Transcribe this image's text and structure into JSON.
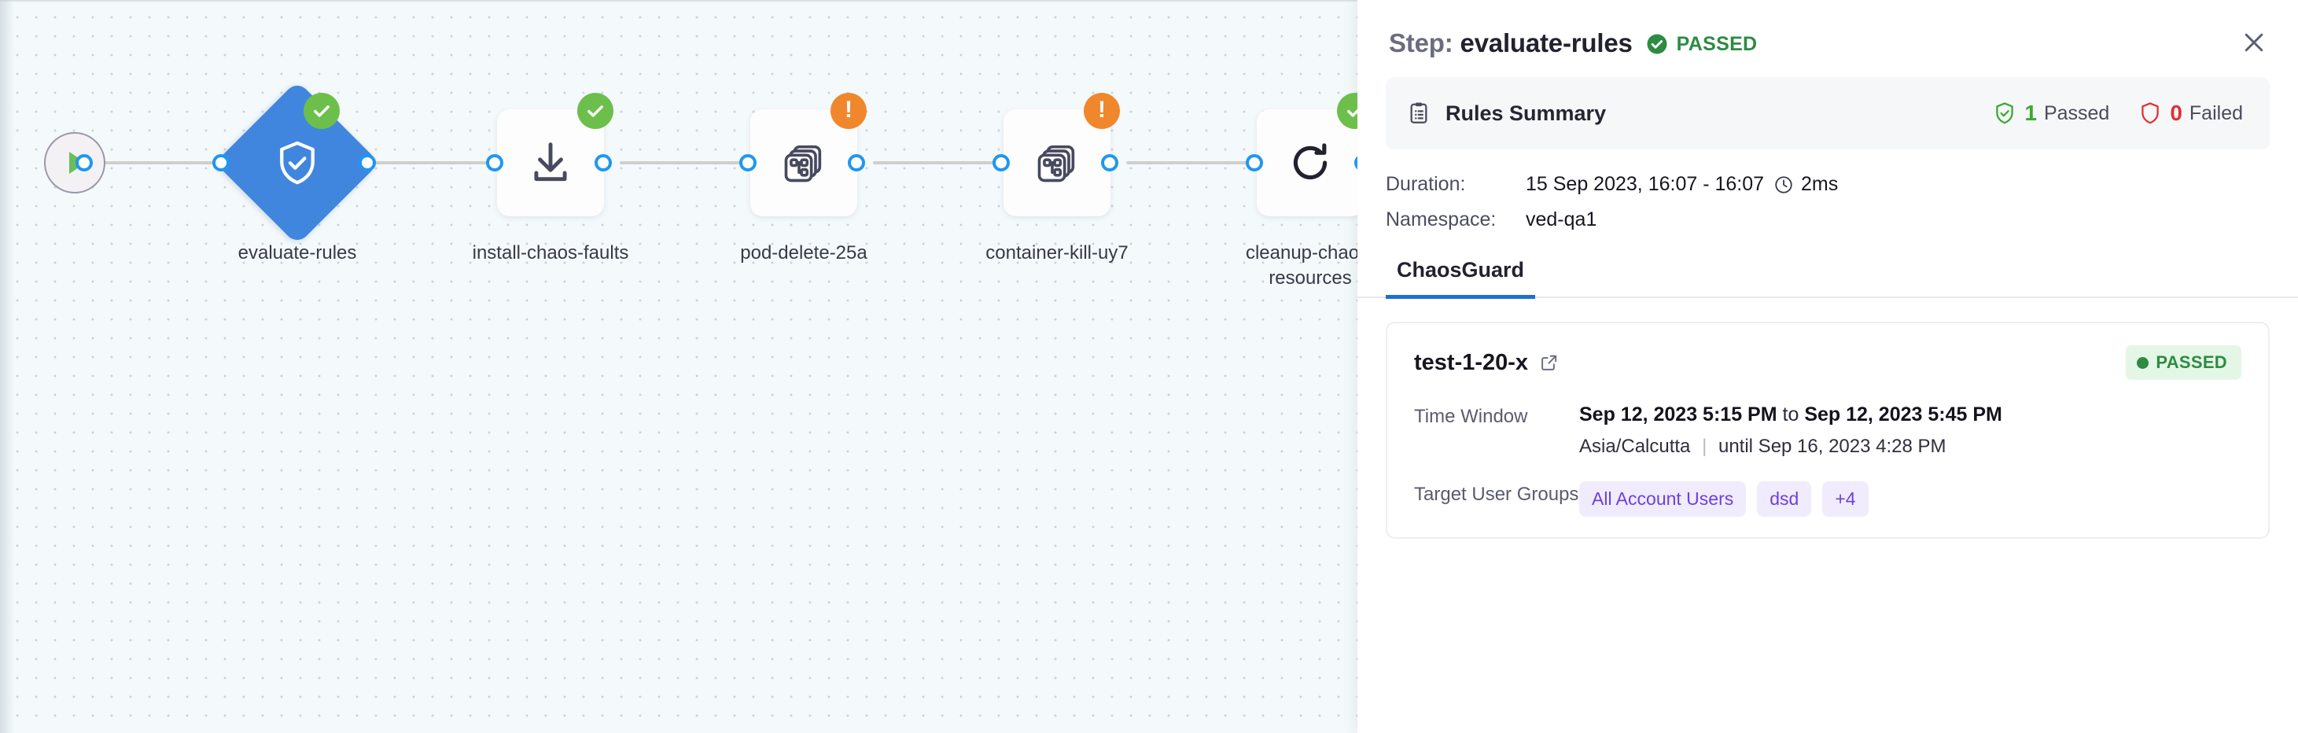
{
  "canvas": {
    "start_node": {
      "icon": "play-icon"
    },
    "nodes": [
      {
        "id": "evaluate-rules",
        "label": "evaluate-rules",
        "shape": "diamond",
        "icon": "shield-check-icon",
        "status": "success"
      },
      {
        "id": "install-chaos",
        "label": "install-chaos-faults",
        "shape": "card",
        "icon": "download-icon",
        "status": "success"
      },
      {
        "id": "pod-delete",
        "label": "pod-delete-25a",
        "shape": "card",
        "icon": "chaos-fault-icon",
        "status": "warning"
      },
      {
        "id": "container-kill",
        "label": "container-kill-uy7",
        "shape": "card",
        "icon": "chaos-fault-icon",
        "status": "warning"
      },
      {
        "id": "cleanup-chaos",
        "label": "cleanup-chaos-resources",
        "shape": "card",
        "icon": "refresh-icon",
        "status": "success"
      }
    ],
    "colors": {
      "diamond": "#4186de",
      "success": "#6dbf4b",
      "warning": "#f0872c",
      "port": "#1f97f0",
      "edge": "#cfcfcb",
      "background": "#f4f9fb"
    }
  },
  "panel": {
    "header": {
      "prefix": "Step:",
      "step_name": "evaluate-rules",
      "status_label": "PASSED",
      "status_color": "#2e8b42",
      "close_icon": "close-icon"
    },
    "rules_summary": {
      "icon": "clipboard-icon",
      "title": "Rules Summary",
      "passed_count": "1",
      "passed_label": "Passed",
      "passed_icon": "shield-check-icon",
      "failed_count": "0",
      "failed_label": "Failed",
      "failed_icon": "shield-alert-icon"
    },
    "meta": {
      "duration_key": "Duration:",
      "duration_value": "15 Sep 2023, 16:07 - 16:07",
      "duration_icon": "clock-icon",
      "duration_elapsed": "2ms",
      "namespace_key": "Namespace:",
      "namespace_value": "ved-qa1"
    },
    "tabs": [
      {
        "label": "ChaosGuard",
        "active": true
      }
    ],
    "test_card": {
      "name": "test-1-20-x",
      "external_link_icon": "external-link-icon",
      "badge_label": "PASSED",
      "badge_color": "#2e8b42",
      "time_window_key": "Time Window",
      "time_window_start": "Sep 12, 2023 5:15 PM",
      "time_window_joiner": "to",
      "time_window_end": "Sep 12, 2023 5:45 PM",
      "timezone": "Asia/Calcutta",
      "valid_until": "until Sep 16, 2023 4:28 PM",
      "target_groups_key": "Target User Groups",
      "target_groups": [
        "All Account Users",
        "dsd",
        "+4"
      ]
    }
  }
}
